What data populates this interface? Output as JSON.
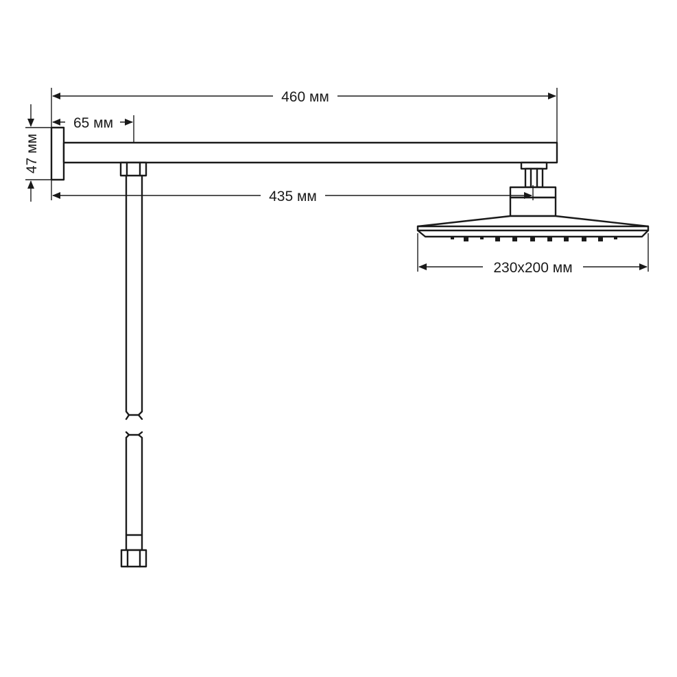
{
  "dimensions": {
    "total_length": "460 мм",
    "hose_offset": "65 мм",
    "flange_height": "47 мм",
    "arm_length": "435 мм",
    "head_size": "230x200 мм"
  },
  "colors": {
    "line": "#1a1a1a",
    "background": "#ffffff"
  }
}
